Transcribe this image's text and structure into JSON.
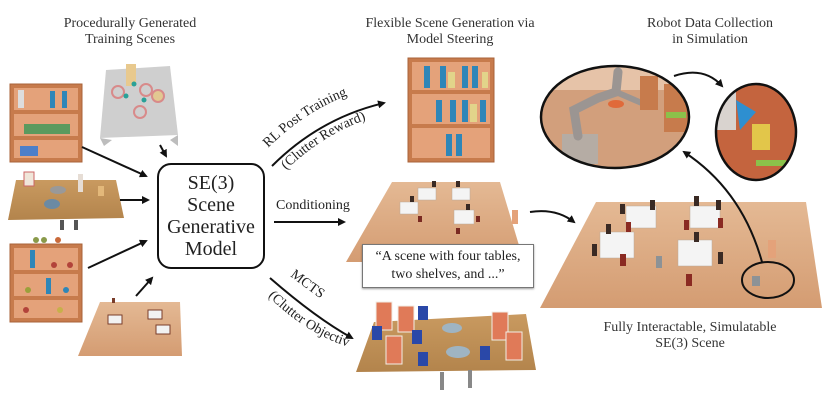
{
  "titles": {
    "left": [
      "Procedurally Generated",
      "Training Scenes"
    ],
    "middle": [
      "Flexible Scene Generation via",
      "Model Steering"
    ],
    "right": [
      "Robot Data Collection",
      "in Simulation"
    ]
  },
  "model_box": {
    "lines": [
      "SE(3)",
      "Scene",
      "Generative",
      "Model"
    ]
  },
  "edges": {
    "rl": {
      "label": "RL Post Training",
      "sublabel": "(Clutter Reward)"
    },
    "conditioning": {
      "label": "Conditioning"
    },
    "mcts": {
      "label": "MCTS",
      "sublabel": "(Clutter Objective)"
    }
  },
  "prompt": {
    "lines": [
      "“A scene with four tables,",
      "two shelves, and ...”"
    ]
  },
  "result_caption": [
    "Fully Interactable, Simulatable",
    "SE(3) Scene"
  ],
  "training_scenes": [
    "shelf-with-bottles",
    "table-with-rings",
    "table-with-items",
    "shelf-with-fruit",
    "room-with-tables"
  ],
  "generated_scenes": [
    "cluttered-shelf",
    "restaurant-room",
    "cluttered-table"
  ],
  "colors": {
    "wood": "#c98a5a",
    "floor": "#d9a77f",
    "bottle": "#2e86b8",
    "mug": "#2a48a8",
    "arrow": "#111111"
  }
}
